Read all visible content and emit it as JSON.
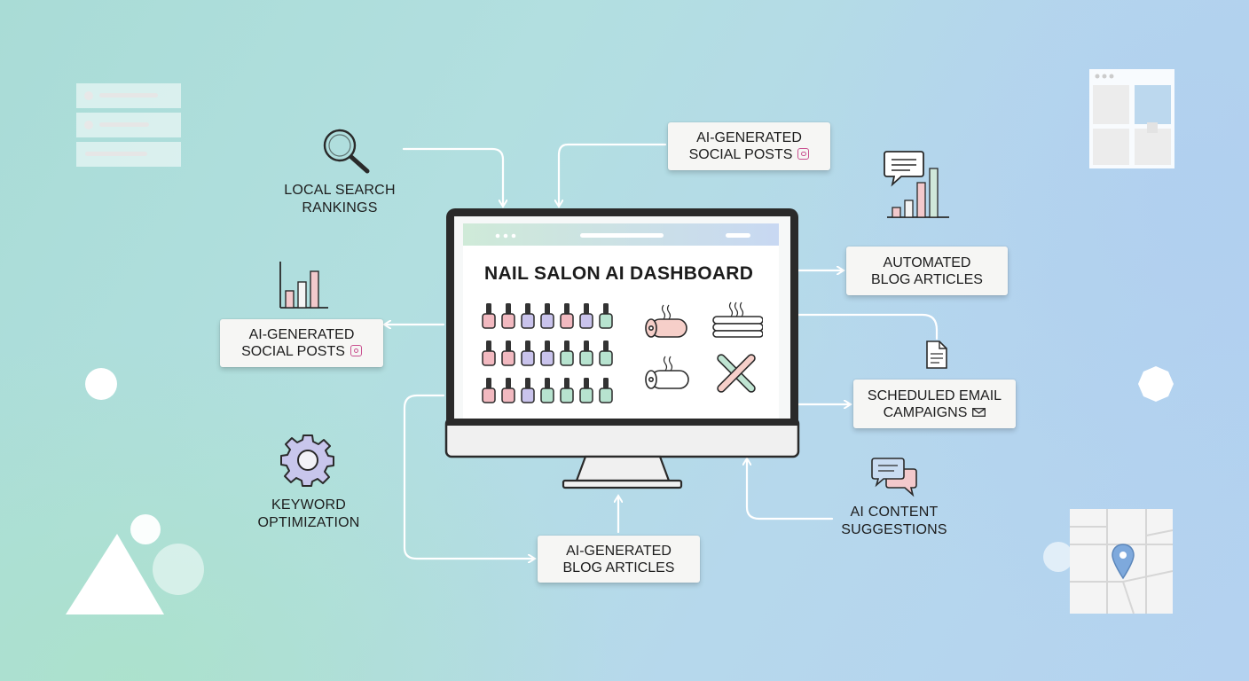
{
  "monitor": {
    "title": "NAIL SALON AI DASHBOARD"
  },
  "nodes": {
    "local_search": [
      "LOCAL SEARCH",
      "RANKINGS"
    ],
    "social_top": [
      "AI-GENERATED",
      "SOCIAL POSTS"
    ],
    "social_left": [
      "AI-GENERATED",
      "SOCIAL POSTS"
    ],
    "automated_blog": [
      "AUTOMATED",
      "BLOG ARTICLES"
    ],
    "email": [
      "SCHEDULED EMAIL",
      "CAMPAIGNS"
    ],
    "keyword": [
      "KEYWORD",
      "OPTIMIZATION"
    ],
    "blog_bottom": [
      "AI-GENERATED",
      "BLOG ARTICLES"
    ],
    "content_suggestions": [
      "AI CONTENT",
      "SUGGESTIONS"
    ]
  },
  "polish_colors": [
    "#f2b9c0",
    "#c9c3ec",
    "#b7e3cf"
  ],
  "icons": [
    "magnifier-icon",
    "bar-chart-icon",
    "gear-icon",
    "chat-bubble-icon",
    "document-icon",
    "map-pin-icon",
    "instagram-icon",
    "mail-icon",
    "towel-roll-icon",
    "folded-towel-icon",
    "nail-file-icon",
    "browser-window-icon",
    "list-widget-icon"
  ]
}
